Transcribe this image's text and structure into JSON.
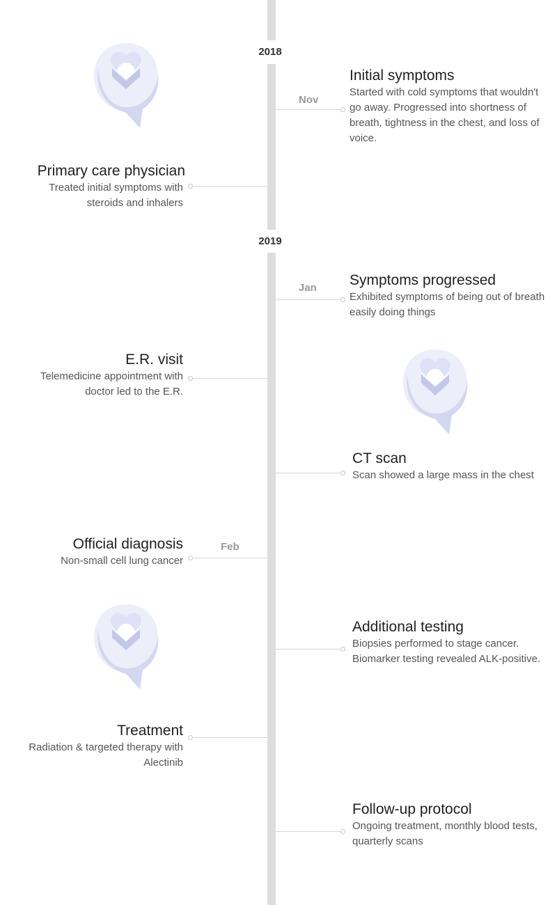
{
  "timeline": {
    "years": [
      "2018",
      "2019"
    ],
    "months": [
      "Nov",
      "Jan",
      "Feb"
    ],
    "events": [
      {
        "title": "Initial symptoms",
        "desc": "Started with cold symptoms that wouldn't go away. Progressed into shortness of breath, tightness in the chest, and loss of voice."
      },
      {
        "title": "Primary care physician",
        "desc": "Treated initial symptoms with steroids and inhalers"
      },
      {
        "title": "Symptoms progressed",
        "desc": "Exhibited symptoms of being out of breath easily doing things"
      },
      {
        "title": "E.R. visit",
        "desc": "Telemedicine appointment with doctor led to the E.R."
      },
      {
        "title": "CT scan",
        "desc": "Scan showed a large mass in the chest"
      },
      {
        "title": "Official diagnosis",
        "desc": "Non-small cell lung cancer"
      },
      {
        "title": "Additional testing",
        "desc": "Biopsies performed to stage cancer. Biomarker testing revealed ALK-positive."
      },
      {
        "title": "Treatment",
        "desc": "Radiation & targeted therapy with Alectinib"
      },
      {
        "title": "Follow-up protocol",
        "desc": "Ongoing treatment, monthly blood tests, quarterly scans"
      }
    ]
  },
  "colors": {
    "spine": "#dddddd",
    "logo_light": "#eceefa",
    "logo_mid": "#d4d7f0",
    "logo_dark": "#c3c7e8"
  },
  "icons": {
    "logo": "heart-speech-bubble-icon"
  }
}
